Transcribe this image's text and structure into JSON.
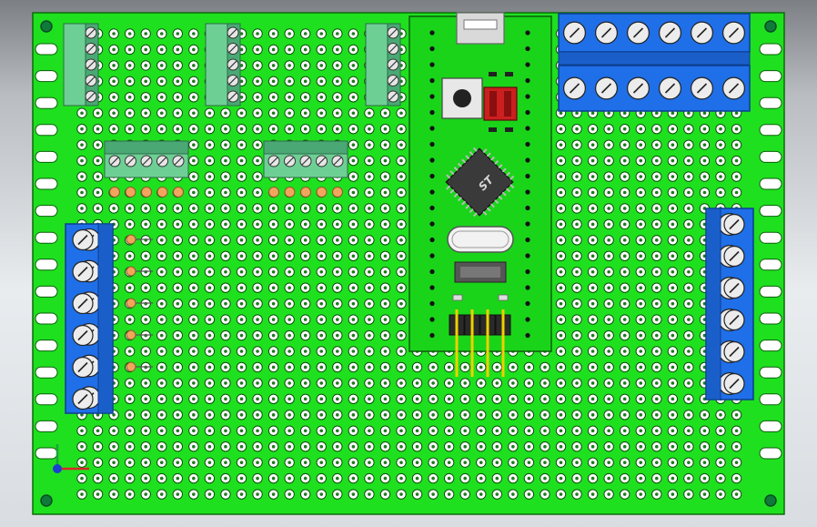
{
  "app": {
    "title": ""
  },
  "model": {
    "board_color": "#1fe01f",
    "hole_color": "#ffffff",
    "module_color": "#1ad41a",
    "terminal_blue": "#1f6fe8",
    "header_green": "#6ecf95",
    "chip_label": "ST",
    "crystal_label": "",
    "coordinate_axes": [
      "x",
      "y",
      "z"
    ]
  }
}
